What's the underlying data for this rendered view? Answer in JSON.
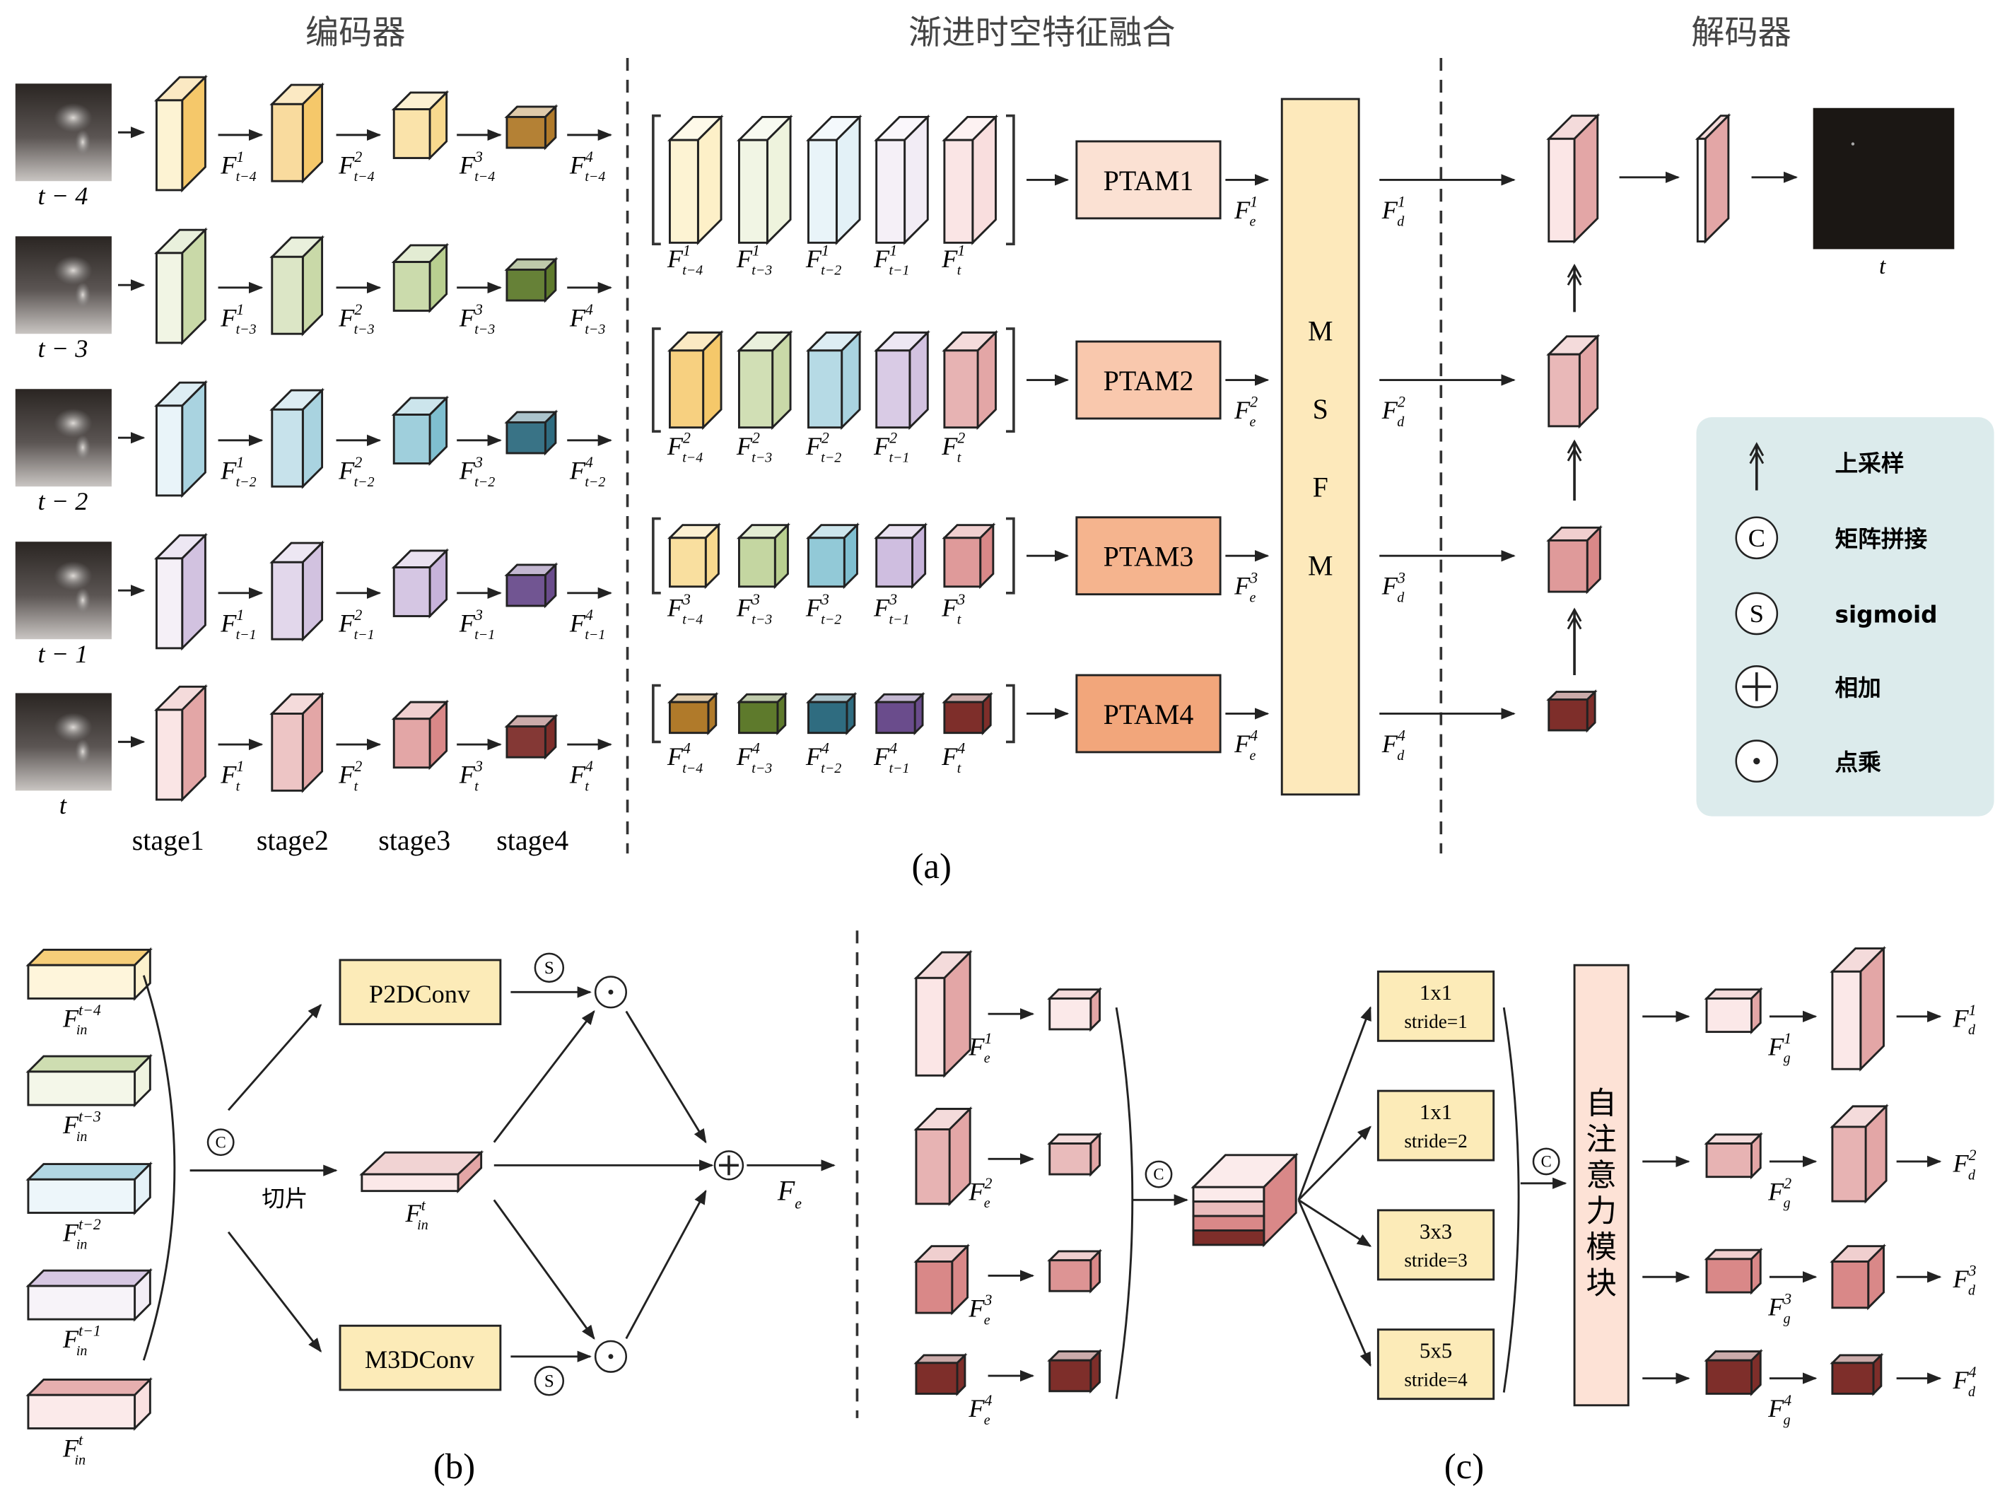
{
  "figure": {
    "section_titles": {
      "encoder": "编码器",
      "fusion": "渐进时空特征融合",
      "decoder": "解码器"
    },
    "panel_labels": {
      "a": "(a)",
      "b": "(b)",
      "c": "(c)"
    },
    "colors": {
      "frame_t-4": [
        "#fdf0c8",
        "#f5c86a",
        "#f8d98e",
        "#b07a2a"
      ],
      "frame_t-3": [
        "#eef3dd",
        "#c9d9a8",
        "#b9cf90",
        "#5e7a2c"
      ],
      "frame_t-2": [
        "#e3f1f7",
        "#a9d3e0",
        "#7fbfd0",
        "#2f6c80"
      ],
      "frame_t-1": [
        "#f2ecf5",
        "#d2c2e0",
        "#c7b3da",
        "#6a4c8c"
      ],
      "frame_t": [
        "#f9dede",
        "#e3a6a6",
        "#d98888",
        "#7e2e2a"
      ],
      "ptam_fills": [
        "#fbe1d3",
        "#f9c8ad",
        "#f5b48e",
        "#f2a67b"
      ],
      "msfm_fill": "#fde9bb",
      "legend_bg": "#dcebec",
      "conv_box_fill": "#fcebb8",
      "attention_fill": "#fde2d6"
    },
    "encoder": {
      "frames": [
        "t − 4",
        "t − 3",
        "t − 2",
        "t − 1",
        "t"
      ],
      "frame_suffixes": [
        "t−4",
        "t−3",
        "t−2",
        "t−1",
        "t"
      ],
      "stages": [
        "stage1",
        "stage2",
        "stage3",
        "stage4"
      ],
      "feature_symbol": "F"
    },
    "fusion": {
      "modules": [
        "PTAM1",
        "PTAM2",
        "PTAM3",
        "PTAM4"
      ],
      "levels": [
        "1",
        "2",
        "3",
        "4"
      ],
      "feature_inputs_suffix": [
        "t−4",
        "t−3",
        "t−2",
        "t−1",
        "t"
      ],
      "output_symbol": "F",
      "output_subscript": "e",
      "msfm_letters": [
        "M",
        "S",
        "F",
        "M"
      ]
    },
    "decoder": {
      "feature_subscript": "d",
      "output_label": "t"
    },
    "legend": {
      "items": [
        {
          "icon": "upsample-arrow-icon",
          "label": "上采样"
        },
        {
          "icon": "concat-c-icon",
          "glyph": "C",
          "label": "矩阵拼接"
        },
        {
          "icon": "sigmoid-s-icon",
          "glyph": "S",
          "label": "sigmoid"
        },
        {
          "icon": "add-plus-icon",
          "label": "相加"
        },
        {
          "icon": "dot-multiply-icon",
          "label": "点乘"
        }
      ]
    },
    "panel_b": {
      "inputs": [
        "t−4",
        "t−3",
        "t−2",
        "t−1",
        "t"
      ],
      "input_symbol": "F",
      "input_subscript": "in",
      "concat_glyph": "C",
      "slice_label": "切片",
      "slice_output_sup": "t",
      "p2d_label": "P2DConv",
      "m3d_label": "M3DConv",
      "sigmoid_glyph": "S",
      "output_symbol": "F",
      "output_subscript": "e"
    },
    "panel_c": {
      "inputs_sup": [
        "1",
        "2",
        "3",
        "4"
      ],
      "input_subscript": "e",
      "concat_glyph": "C",
      "pool_boxes": [
        {
          "kernel": "1x1",
          "stride": "stride=1"
        },
        {
          "kernel": "1x1",
          "stride": "stride=2"
        },
        {
          "kernel": "3x3",
          "stride": "stride=3"
        },
        {
          "kernel": "5x5",
          "stride": "stride=4"
        }
      ],
      "attention_label": "自注意力模块",
      "g_subscript": "g",
      "d_subscript": "d"
    }
  }
}
